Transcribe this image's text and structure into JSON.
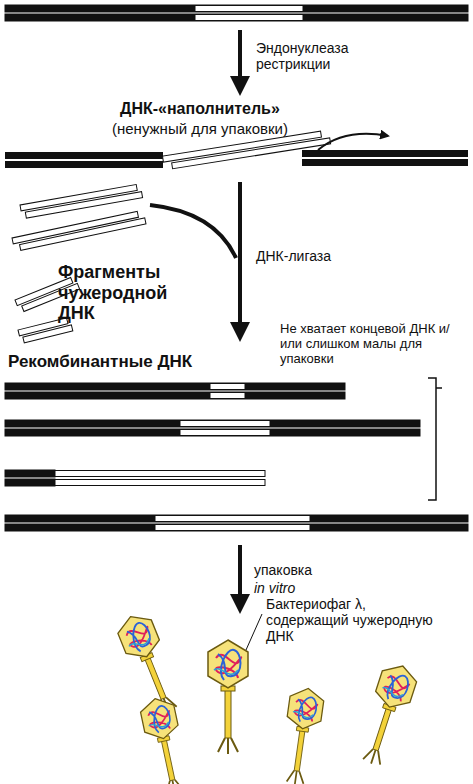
{
  "diagram": {
    "labels": [
      "Эндонуклеаза рестрикции",
      "ДНК-«наполнитель»",
      "(ненужный для упаковки)",
      "ДНК-лигаза",
      "Фрагменты чужеродной ДНК",
      "Не хватает концевой ДНК и/или слишком малы для упаковки",
      "Рекомбинантные ДНК",
      "упаковка",
      "in vitro",
      "Бактериофаг λ, содержащий чужеродную ДНК"
    ]
  }
}
